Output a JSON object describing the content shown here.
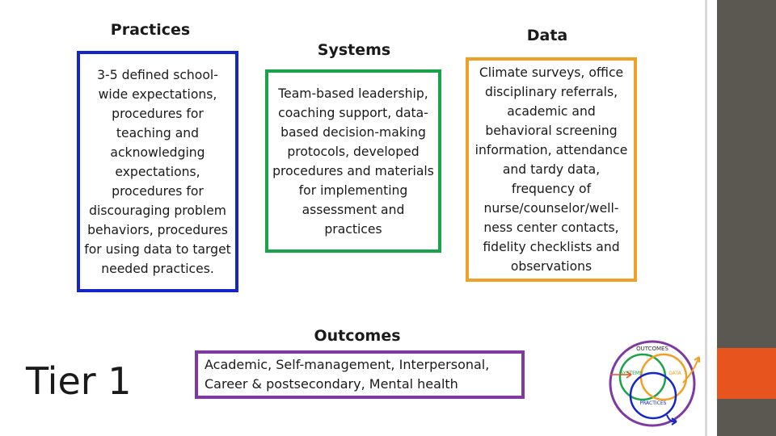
{
  "practices": {
    "heading": "Practices",
    "text": "3-5 defined school-wide expectations, procedures for teaching and acknowledging expectations, procedures for discouraging problem behaviors, procedures for using data to target needed practices."
  },
  "systems": {
    "heading": "Systems",
    "text": "Team-based leadership, coaching support, data-based decision-making protocols, developed procedures and materials for implementing assessment and practices"
  },
  "data": {
    "heading": "Data",
    "text": "Climate surveys, office disciplinary referrals, academic and behavioral screening information, attendance and tardy data, frequency of nurse/counselor/well-ness center contacts, fidelity checklists and observations"
  },
  "outcomes": {
    "heading": "Outcomes",
    "text": "Academic, Self-management, Interpersonal, Career & postsecondary, Mental health"
  },
  "tier_label": "Tier 1",
  "venn": {
    "outcomes_label": "OUTCOMES",
    "systems_label": "SYSTEMS",
    "data_label": "DATA",
    "practices_label": "PRACTICES"
  },
  "colors": {
    "practices_border": "#1426c8",
    "systems_border": "#1aa34a",
    "data_border": "#f0a024",
    "outcomes_border": "#7e3aa0",
    "accent_orange": "#e8541e",
    "sidebar_gray": "#5a5851"
  }
}
